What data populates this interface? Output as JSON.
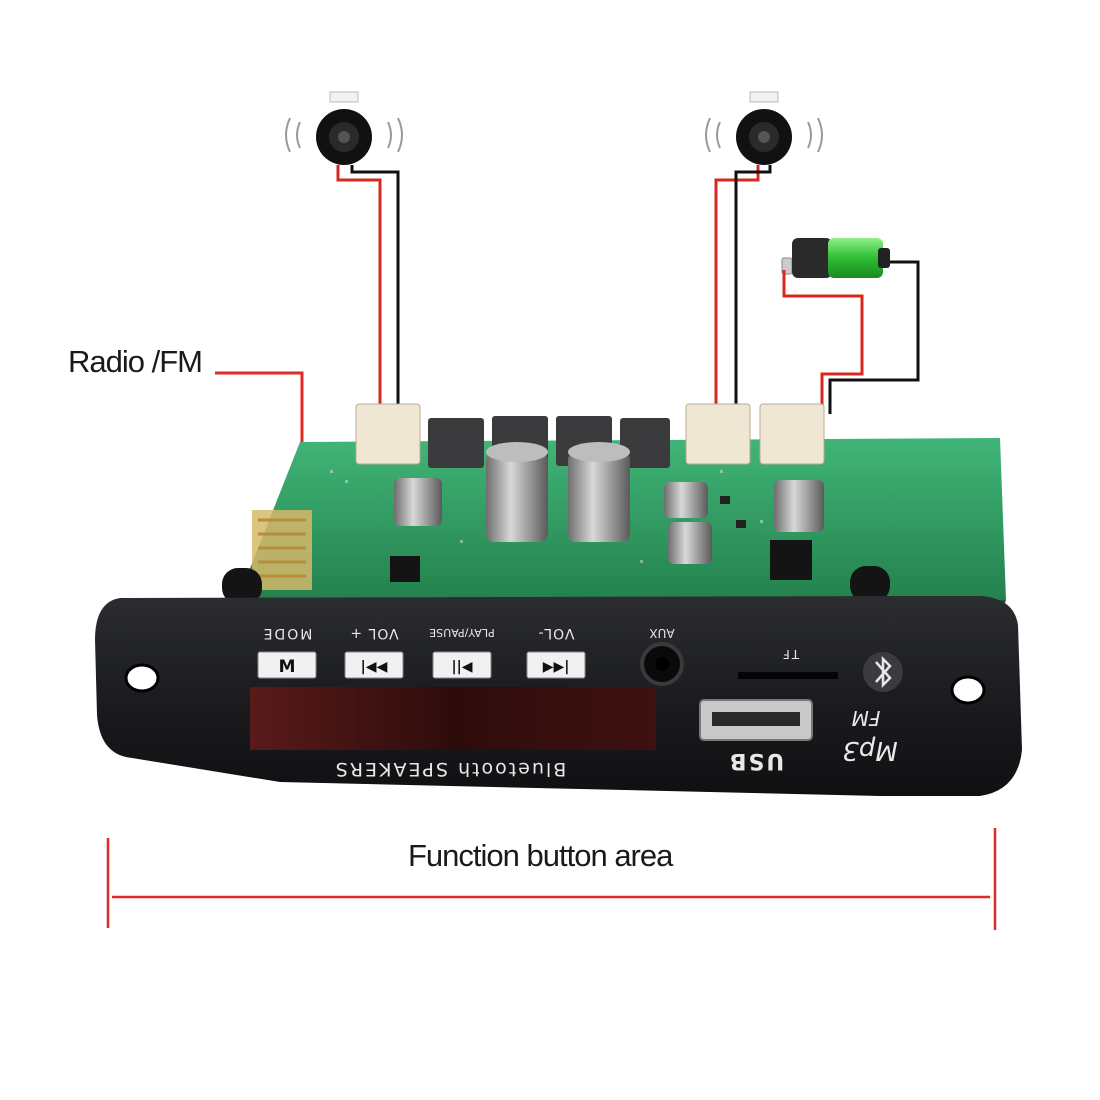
{
  "callouts": {
    "radio_fm": "Radio /FM",
    "function_area": "Function button area"
  },
  "panel": {
    "buttons": [
      {
        "label": "MODE",
        "glyph": "M",
        "icon": "mode-icon"
      },
      {
        "label": "VOL +",
        "glyph": "▶▶|",
        "icon": "next-track-icon"
      },
      {
        "label": "PLAY/PAUSE",
        "glyph": "▶||",
        "icon": "play-pause-icon"
      },
      {
        "label": "VOL-",
        "glyph": "|◀◀",
        "icon": "previous-track-icon"
      }
    ],
    "aux_label": "AUX",
    "tf_label": "TF",
    "usb_label": "USB",
    "brand_text": "Bluetooth SPEAKERS",
    "logo_mp3": "Mp3",
    "logo_fm": "FM"
  },
  "colors": {
    "callout_line": "#e02a2a",
    "pcb": "#2f9a62",
    "panel": "#1e1f22",
    "wire_red": "#d8281e",
    "wire_black": "#111111",
    "battery_green": "#37c23a"
  }
}
